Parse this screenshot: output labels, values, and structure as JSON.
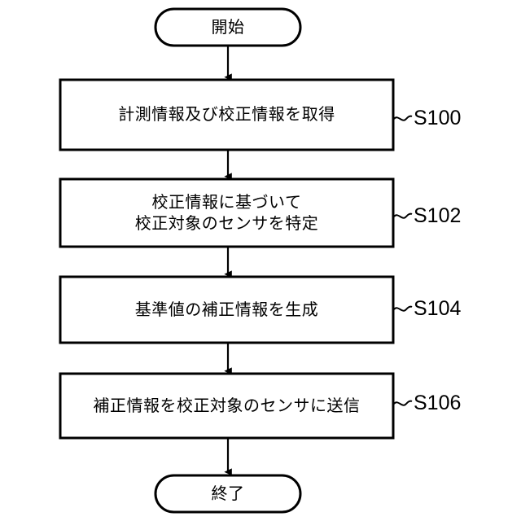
{
  "diagram": {
    "title": "",
    "background_color": "#ffffff",
    "stroke_color": "#000000",
    "text_color": "#000000",
    "start_node": {
      "label": "開始",
      "shape": "stadium"
    },
    "end_node": {
      "label": "終了",
      "shape": "stadium"
    },
    "steps": [
      {
        "id": "s100",
        "label": "計測情報及び校正情報を取得",
        "step_number": "S100",
        "shape": "rectangle"
      },
      {
        "id": "s102",
        "label": "校正情報に基づいて\n校正対象のセンサを特定",
        "step_number": "S102",
        "shape": "rectangle"
      },
      {
        "id": "s104",
        "label": "基準値の補正情報を生成",
        "step_number": "S104",
        "shape": "rectangle"
      },
      {
        "id": "s106",
        "label": "補正情報を校正対象のセンサに送信",
        "step_number": "S106",
        "shape": "rectangle"
      }
    ],
    "connectors": [
      {
        "from": "start",
        "to": "s100",
        "type": "arrow-down"
      },
      {
        "from": "s100",
        "to": "s102",
        "type": "arrow-down"
      },
      {
        "from": "s102",
        "to": "s104",
        "type": "arrow-down"
      },
      {
        "from": "s104",
        "to": "s106",
        "type": "arrow-down"
      },
      {
        "from": "s106",
        "to": "end",
        "type": "arrow-down"
      }
    ]
  }
}
